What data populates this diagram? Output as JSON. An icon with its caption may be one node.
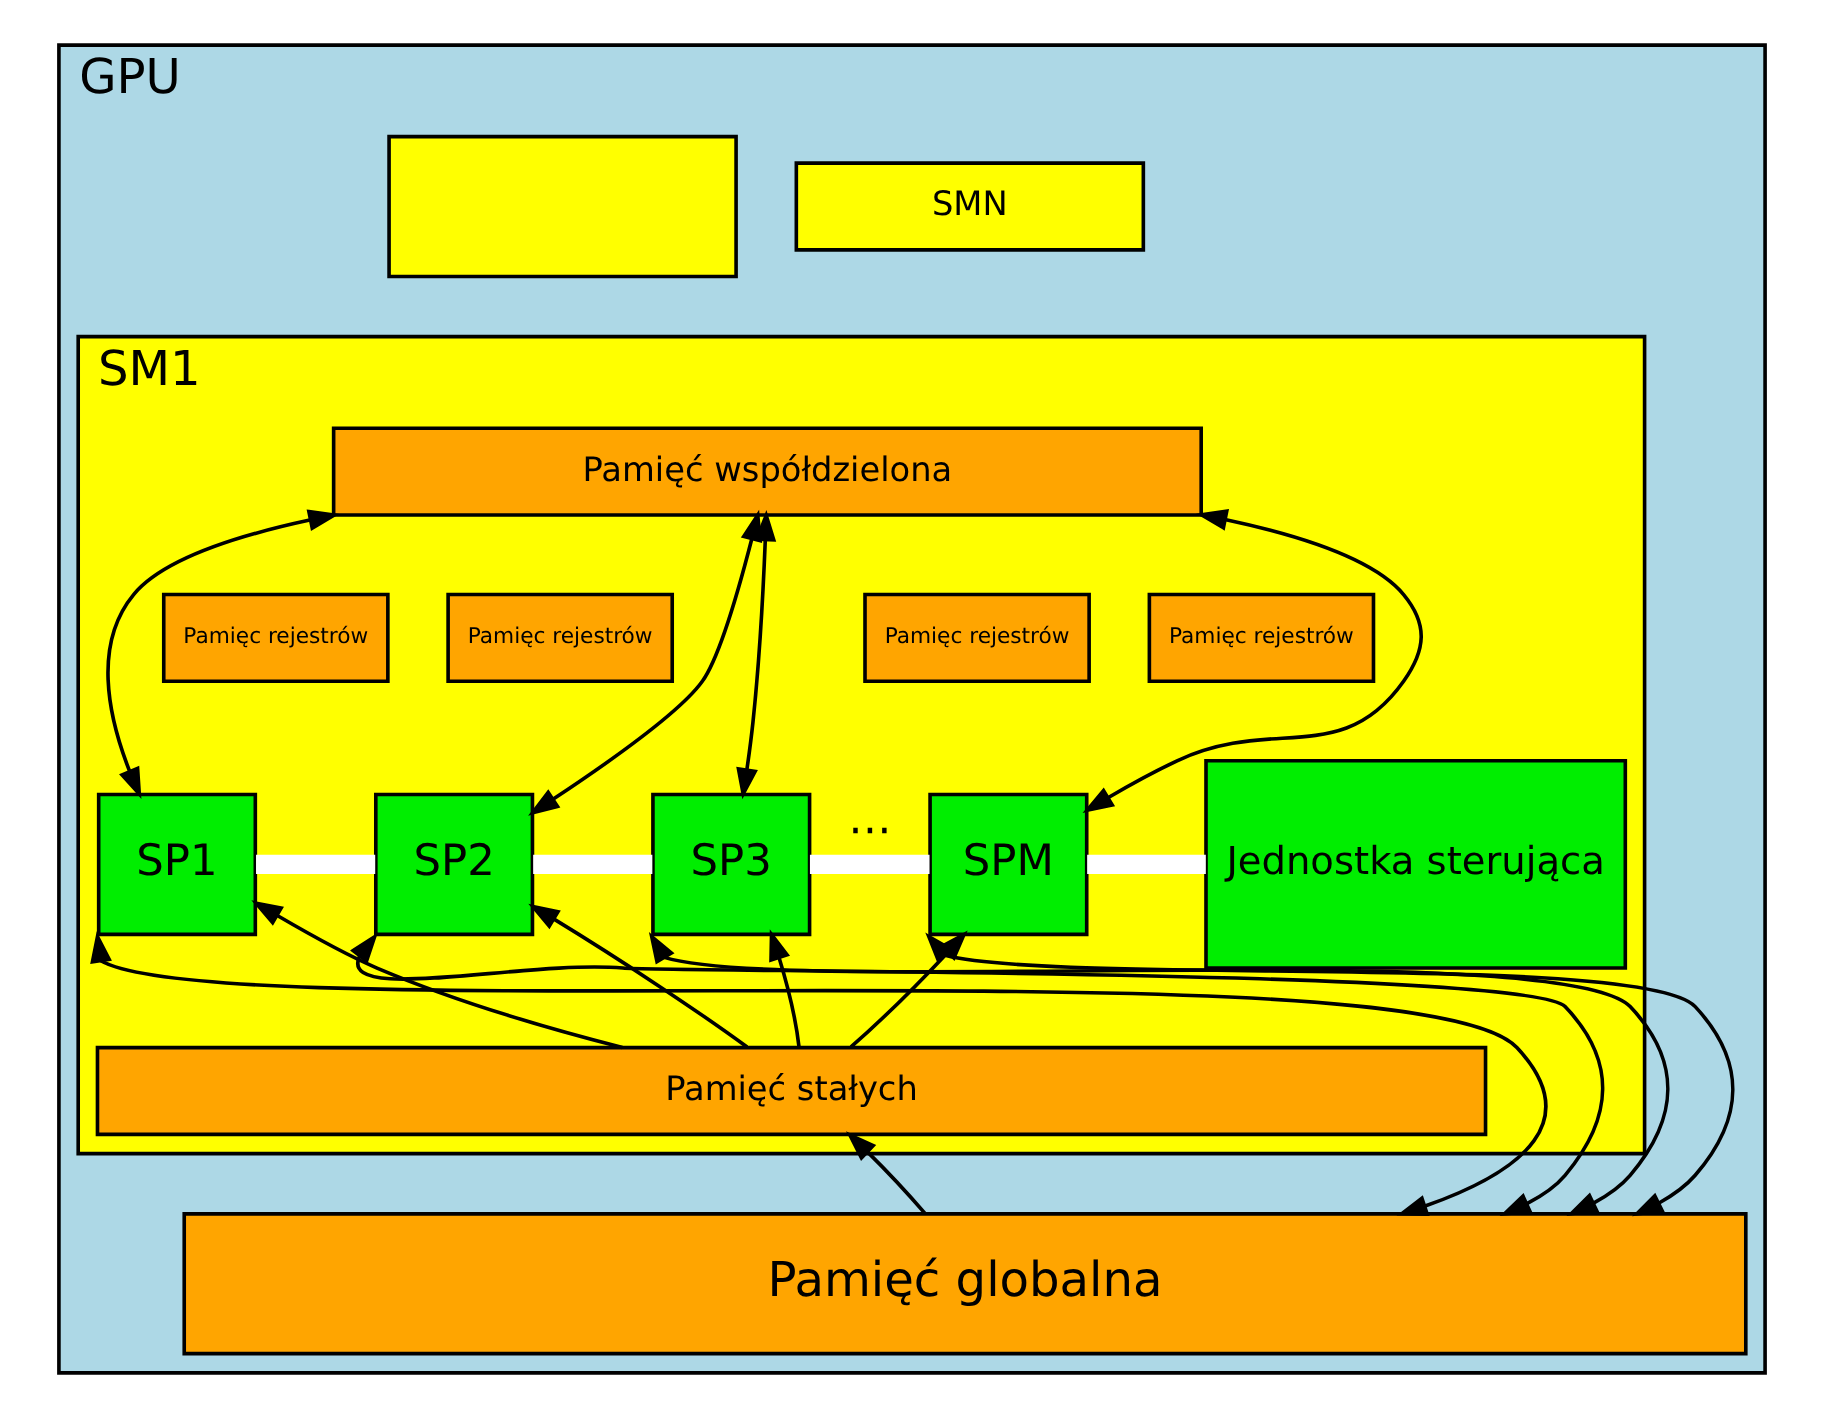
{
  "diagram": {
    "nodes": [
      {
        "text": [
          "GPU"
        ]
      },
      {
        "text": [
          "SMN"
        ],
        "in": 0
      },
      {
        "text": [],
        "shape": "box",
        "in": 0
      },
      {
        "text": [
          "SM1"
        ],
        "in": 0
      },
      {
        "text": [
          "Pamięć współdzielona"
        ],
        "in": 3
      },
      {
        "text": [
          "Pamięc rejestrów"
        ],
        "in": 3
      },
      {
        "text": [
          "Pamięc rejestrów"
        ],
        "in": 3
      },
      {
        "text": [
          "Pamięc rejestrów"
        ],
        "in": 3
      },
      {
        "text": [
          "Pamięc rejestrów"
        ],
        "in": 3
      },
      {
        "text": [
          "Jednostka sterująca"
        ],
        "in": 3
      },
      {
        "text": [
          "SP1"
        ],
        "in": 3
      },
      {
        "text": [
          "SP2"
        ],
        "in": 3
      },
      {
        "text": [
          "SP3"
        ],
        "in": 3
      },
      {
        "text": [
          "SPM"
        ],
        "in": 3
      },
      {
        "text": [
          "Pamięć stałych"
        ],
        "in": 3
      },
      {
        "text": [
          "Pamięć globalna"
        ],
        "in": 0
      }
    ],
    "edges": [
      {
        "from": 4,
        "to": 10,
        "arrow": "both"
      },
      {
        "from": 4,
        "to": 11,
        "arrow": "both"
      },
      {
        "from": 4,
        "to": 12,
        "arrow": "both"
      },
      {
        "from": 4,
        "to": 13,
        "arrow": "both"
      },
      {
        "from": 10,
        "to": 11,
        "arrow": "none",
        "style": "thick",
        "color": "#ffffff"
      },
      {
        "from": 11,
        "to": 12,
        "arrow": "none",
        "style": "thick",
        "color": "#ffffff"
      },
      {
        "from": 12,
        "to": 13,
        "arrow": "none",
        "style": "thick",
        "color": "#ffffff",
        "label": "⋯"
      },
      {
        "from": 13,
        "to": 9,
        "arrow": "none",
        "style": "thick",
        "color": "#ffffff"
      },
      {
        "from": 14,
        "to": 10,
        "arrow": "to"
      },
      {
        "from": 14,
        "to": 11,
        "arrow": "to"
      },
      {
        "from": 14,
        "to": 12,
        "arrow": "to"
      },
      {
        "from": 14,
        "to": 13,
        "arrow": "to"
      },
      {
        "from": 15,
        "to": 10,
        "arrow": "both"
      },
      {
        "from": 15,
        "to": 11,
        "arrow": "both"
      },
      {
        "from": 15,
        "to": 12,
        "arrow": "both"
      },
      {
        "from": 15,
        "to": 13,
        "arrow": "both"
      },
      {
        "from": 15,
        "to": 14,
        "arrow": "to"
      }
    ]
  }
}
